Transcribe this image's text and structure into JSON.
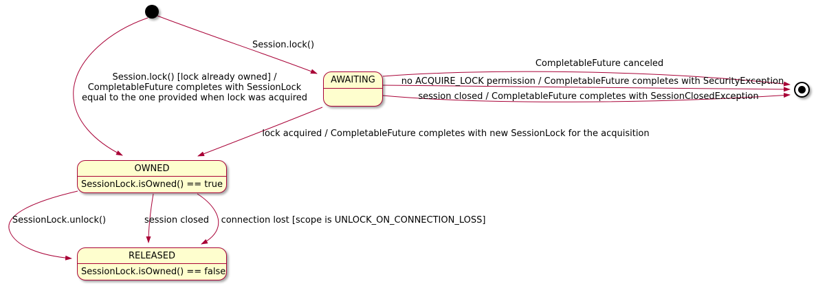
{
  "diagram": {
    "kind": "uml-state-diagram",
    "colors": {
      "state_fill": "#FEFECE",
      "state_border": "#A80036",
      "arrow": "#A80036",
      "text": "#000000",
      "background": "#FFFFFF"
    }
  },
  "states": {
    "awaiting": {
      "title": "AWAITING",
      "description": ""
    },
    "owned": {
      "title": "OWNED",
      "description": "SessionLock.isOwned() == true"
    },
    "released": {
      "title": "RELEASED",
      "description": "SessionLock.isOwned() == false"
    }
  },
  "transitions": {
    "initial_to_awaiting": {
      "from": "initial",
      "to": "AWAITING",
      "label": "Session.lock()"
    },
    "initial_to_owned": {
      "from": "initial",
      "to": "OWNED",
      "label": "Session.lock() [lock already owned] /\nCompletableFuture completes with SessionLock\nequal to the one provided when lock was acquired"
    },
    "awaiting_to_final_canceled": {
      "from": "AWAITING",
      "to": "final",
      "label": "CompletableFuture canceled"
    },
    "awaiting_to_final_security": {
      "from": "AWAITING",
      "to": "final",
      "label": "no ACQUIRE_LOCK permission / CompletableFuture completes with SecurityException"
    },
    "awaiting_to_final_session_closed": {
      "from": "AWAITING",
      "to": "final",
      "label": "session closed / CompletableFuture completes with SessionClosedException"
    },
    "awaiting_to_owned": {
      "from": "AWAITING",
      "to": "OWNED",
      "label": "lock acquired / CompletableFuture completes with new SessionLock for the acquisition"
    },
    "owned_to_released_unlock": {
      "from": "OWNED",
      "to": "RELEASED",
      "label": "SessionLock.unlock()"
    },
    "owned_to_released_session_closed": {
      "from": "OWNED",
      "to": "RELEASED",
      "label": "session closed"
    },
    "owned_to_released_connection_lost": {
      "from": "OWNED",
      "to": "RELEASED",
      "label": "connection lost [scope is UNLOCK_ON_CONNECTION_LOSS]"
    }
  }
}
